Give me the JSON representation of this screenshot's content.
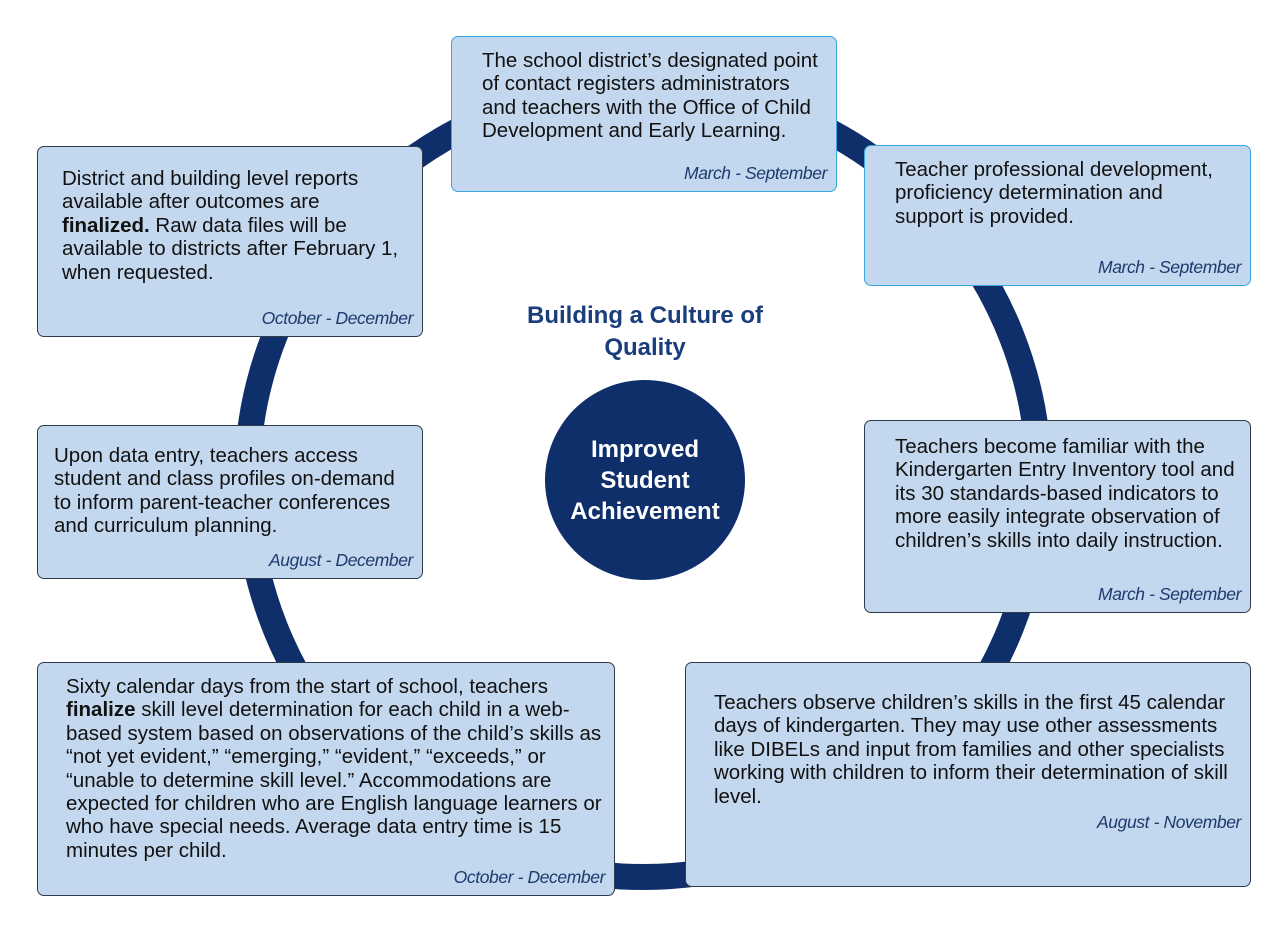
{
  "colors": {
    "ring": "#0f2f6b",
    "box_fill": "#c3d8ee",
    "title": "#1a3d7c",
    "center_circle": "#0f2f6b",
    "date_text": "#1e3a6e"
  },
  "center": {
    "title": "Building a Culture of Quality",
    "circle_text": "Improved Student Achievement"
  },
  "steps": [
    {
      "pre": "The school district’s designated point of contact registers administrators and teachers with the Office of Child Development and Early Learning.",
      "bold": "",
      "post": "",
      "period": "March - September"
    },
    {
      "pre": "Teacher professional development, proficiency determination and support is provided.",
      "bold": "",
      "post": "",
      "period": "March - September"
    },
    {
      "pre": "Teachers become familiar with the Kindergarten Entry Inventory tool and its 30 standards-based indicators to more easily integrate observation of children’s skills into daily instruction.",
      "bold": "",
      "post": "",
      "period": "March - September"
    },
    {
      "pre": "Teachers observe children’s skills in the first 45 calendar days of kindergarten. They may use other assessments like DIBELs and input from families and other specialists working with children to inform their determination of skill level.",
      "bold": "",
      "post": "",
      "period": "August - November"
    },
    {
      "pre": "Sixty calendar days from the start of school, teachers ",
      "bold": "finalize",
      "post": " skill level determination for each child in a web-based system based on observations of the child’s skills as “not yet evident,” “emerging,” “evident,” “exceeds,” or “unable to determine skill level.” Accommodations are expected for children who are English language learners or who have special needs. Average data entry time is 15 minutes per child.",
      "period": "October - December"
    },
    {
      "pre": "Upon data entry, teachers access student and class profiles on-demand to inform parent-teacher conferences and curriculum planning.",
      "bold": "",
      "post": "",
      "period": "August - December"
    },
    {
      "pre": "District and building level reports available after outcomes are ",
      "bold": "finalized.",
      "post": " Raw data files will be available to districts after February 1, when requested.",
      "period": "October - December"
    }
  ]
}
